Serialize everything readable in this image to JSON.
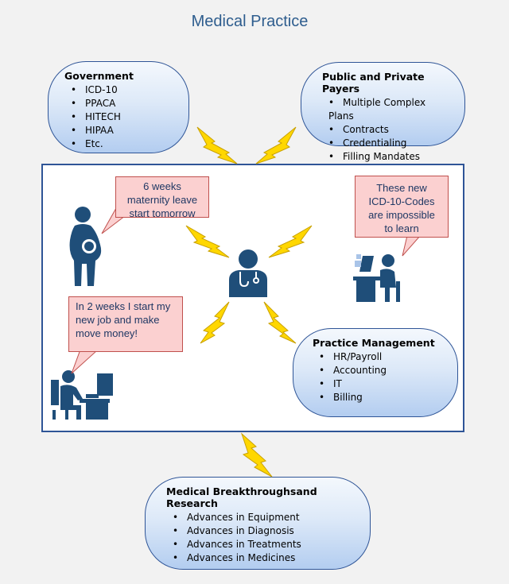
{
  "title": "Medical Practice",
  "government": {
    "title": "Government",
    "items": [
      "ICD-10",
      "PPACA",
      "HITECH",
      "HIPAA",
      "Etc."
    ]
  },
  "payers": {
    "title": "Public and Private Payers",
    "items": [
      "Multiple Complex Plans",
      "Contracts",
      "Credentialing",
      "Filling Mandates"
    ]
  },
  "practice_management": {
    "title": "Practice Management",
    "items": [
      "HR/Payroll",
      "Accounting",
      "IT",
      "Billing"
    ]
  },
  "medical": {
    "title": "Medical Breakthroughsand Research",
    "items": [
      "Advances in Equipment",
      "Advances in Diagnosis",
      "Advances in Treatments",
      "Advances in Medicines"
    ]
  },
  "callouts": {
    "maternity": [
      "6 weeks",
      "maternity leave",
      "start tomorrow"
    ],
    "icd": [
      "These new",
      "ICD-10-Codes",
      "are impossible",
      "to learn"
    ],
    "job": [
      "In 2 weeks I start my",
      "new job and make",
      "move money!"
    ]
  },
  "colors": {
    "icon": "#1f4e79",
    "bolt": "#ffd700",
    "callout_fill": "#fbd0d0",
    "bubble_border": "#2f5597"
  },
  "icons": [
    "pregnant-woman-icon",
    "doctor-icon",
    "worker-at-laptop-icon",
    "worker-at-computer-icon",
    "lightning-bolt-icon"
  ]
}
